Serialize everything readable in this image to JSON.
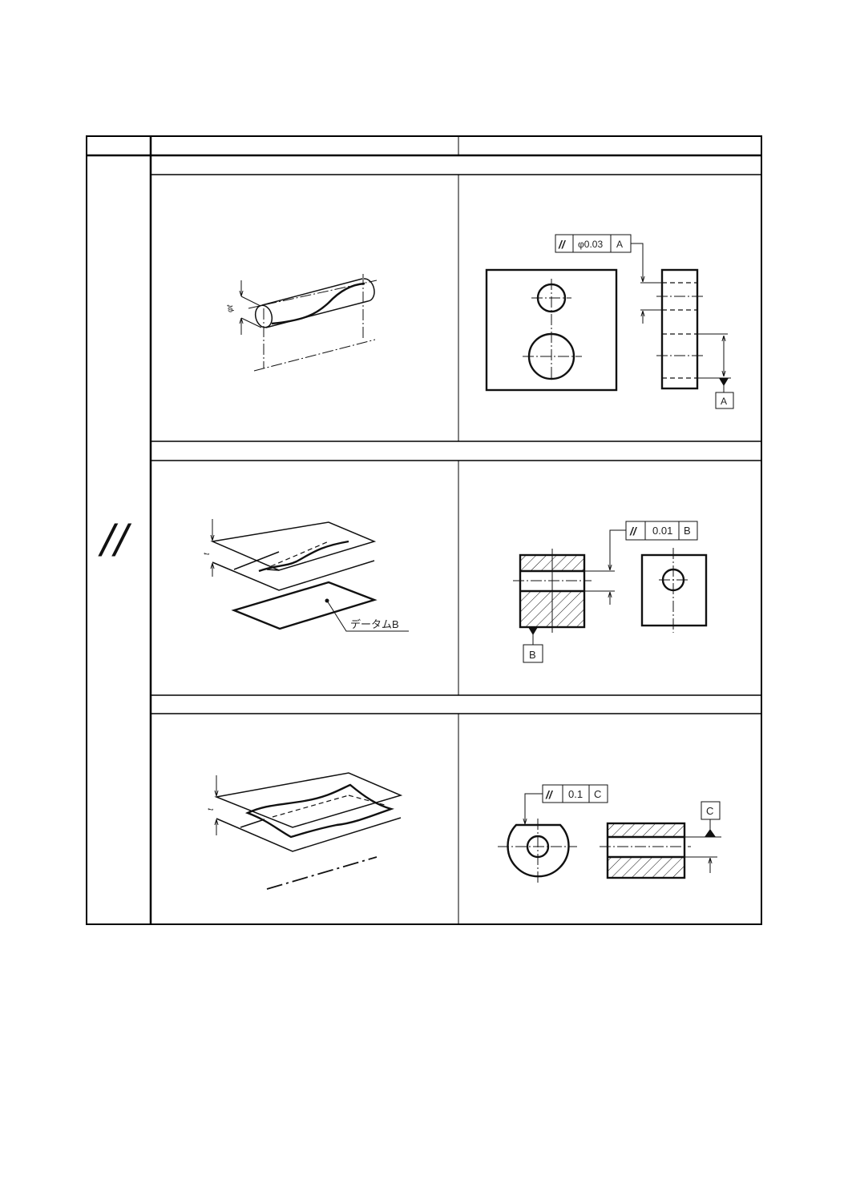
{
  "table": {
    "header": [
      "",
      "",
      ""
    ],
    "symbol": "//",
    "sections": [
      {
        "label": "",
        "left": {
          "dimension": "φt"
        },
        "right": {
          "frame": {
            "symbol": "//",
            "tolerance": "φ0.03",
            "datum": "A"
          },
          "datum_label": "A"
        }
      },
      {
        "label": "",
        "left": {
          "dimension": "t",
          "datum_callout": "データムB"
        },
        "right": {
          "frame": {
            "symbol": "//",
            "tolerance": "0.01",
            "datum": "B"
          },
          "datum_label": "B"
        }
      },
      {
        "label": "",
        "left": {
          "dimension": "t"
        },
        "right": {
          "frame": {
            "symbol": "//",
            "tolerance": "0.1",
            "datum": "C"
          },
          "datum_label": "C"
        }
      }
    ]
  }
}
